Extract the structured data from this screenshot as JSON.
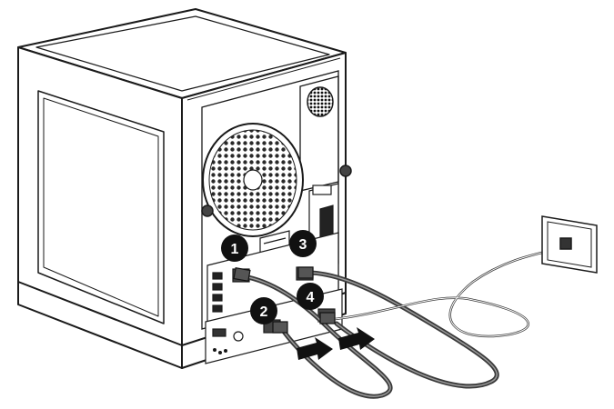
{
  "callouts": [
    {
      "id": "1",
      "label": "1"
    },
    {
      "id": "2",
      "label": "2"
    },
    {
      "id": "3",
      "label": "3"
    },
    {
      "id": "4",
      "label": "4"
    }
  ],
  "colors": {
    "line": "#1a1a1a",
    "panel": "#ffffff",
    "callout_fill": "#111111",
    "callout_text": "#ffffff",
    "cable": "#3a3a3a",
    "cable_light": "#9a9a9a",
    "arrow": "#111111"
  },
  "icons": [
    "server-chassis",
    "fan-grille",
    "network-port",
    "ethernet-cable",
    "wall-jack",
    "direction-arrow"
  ]
}
